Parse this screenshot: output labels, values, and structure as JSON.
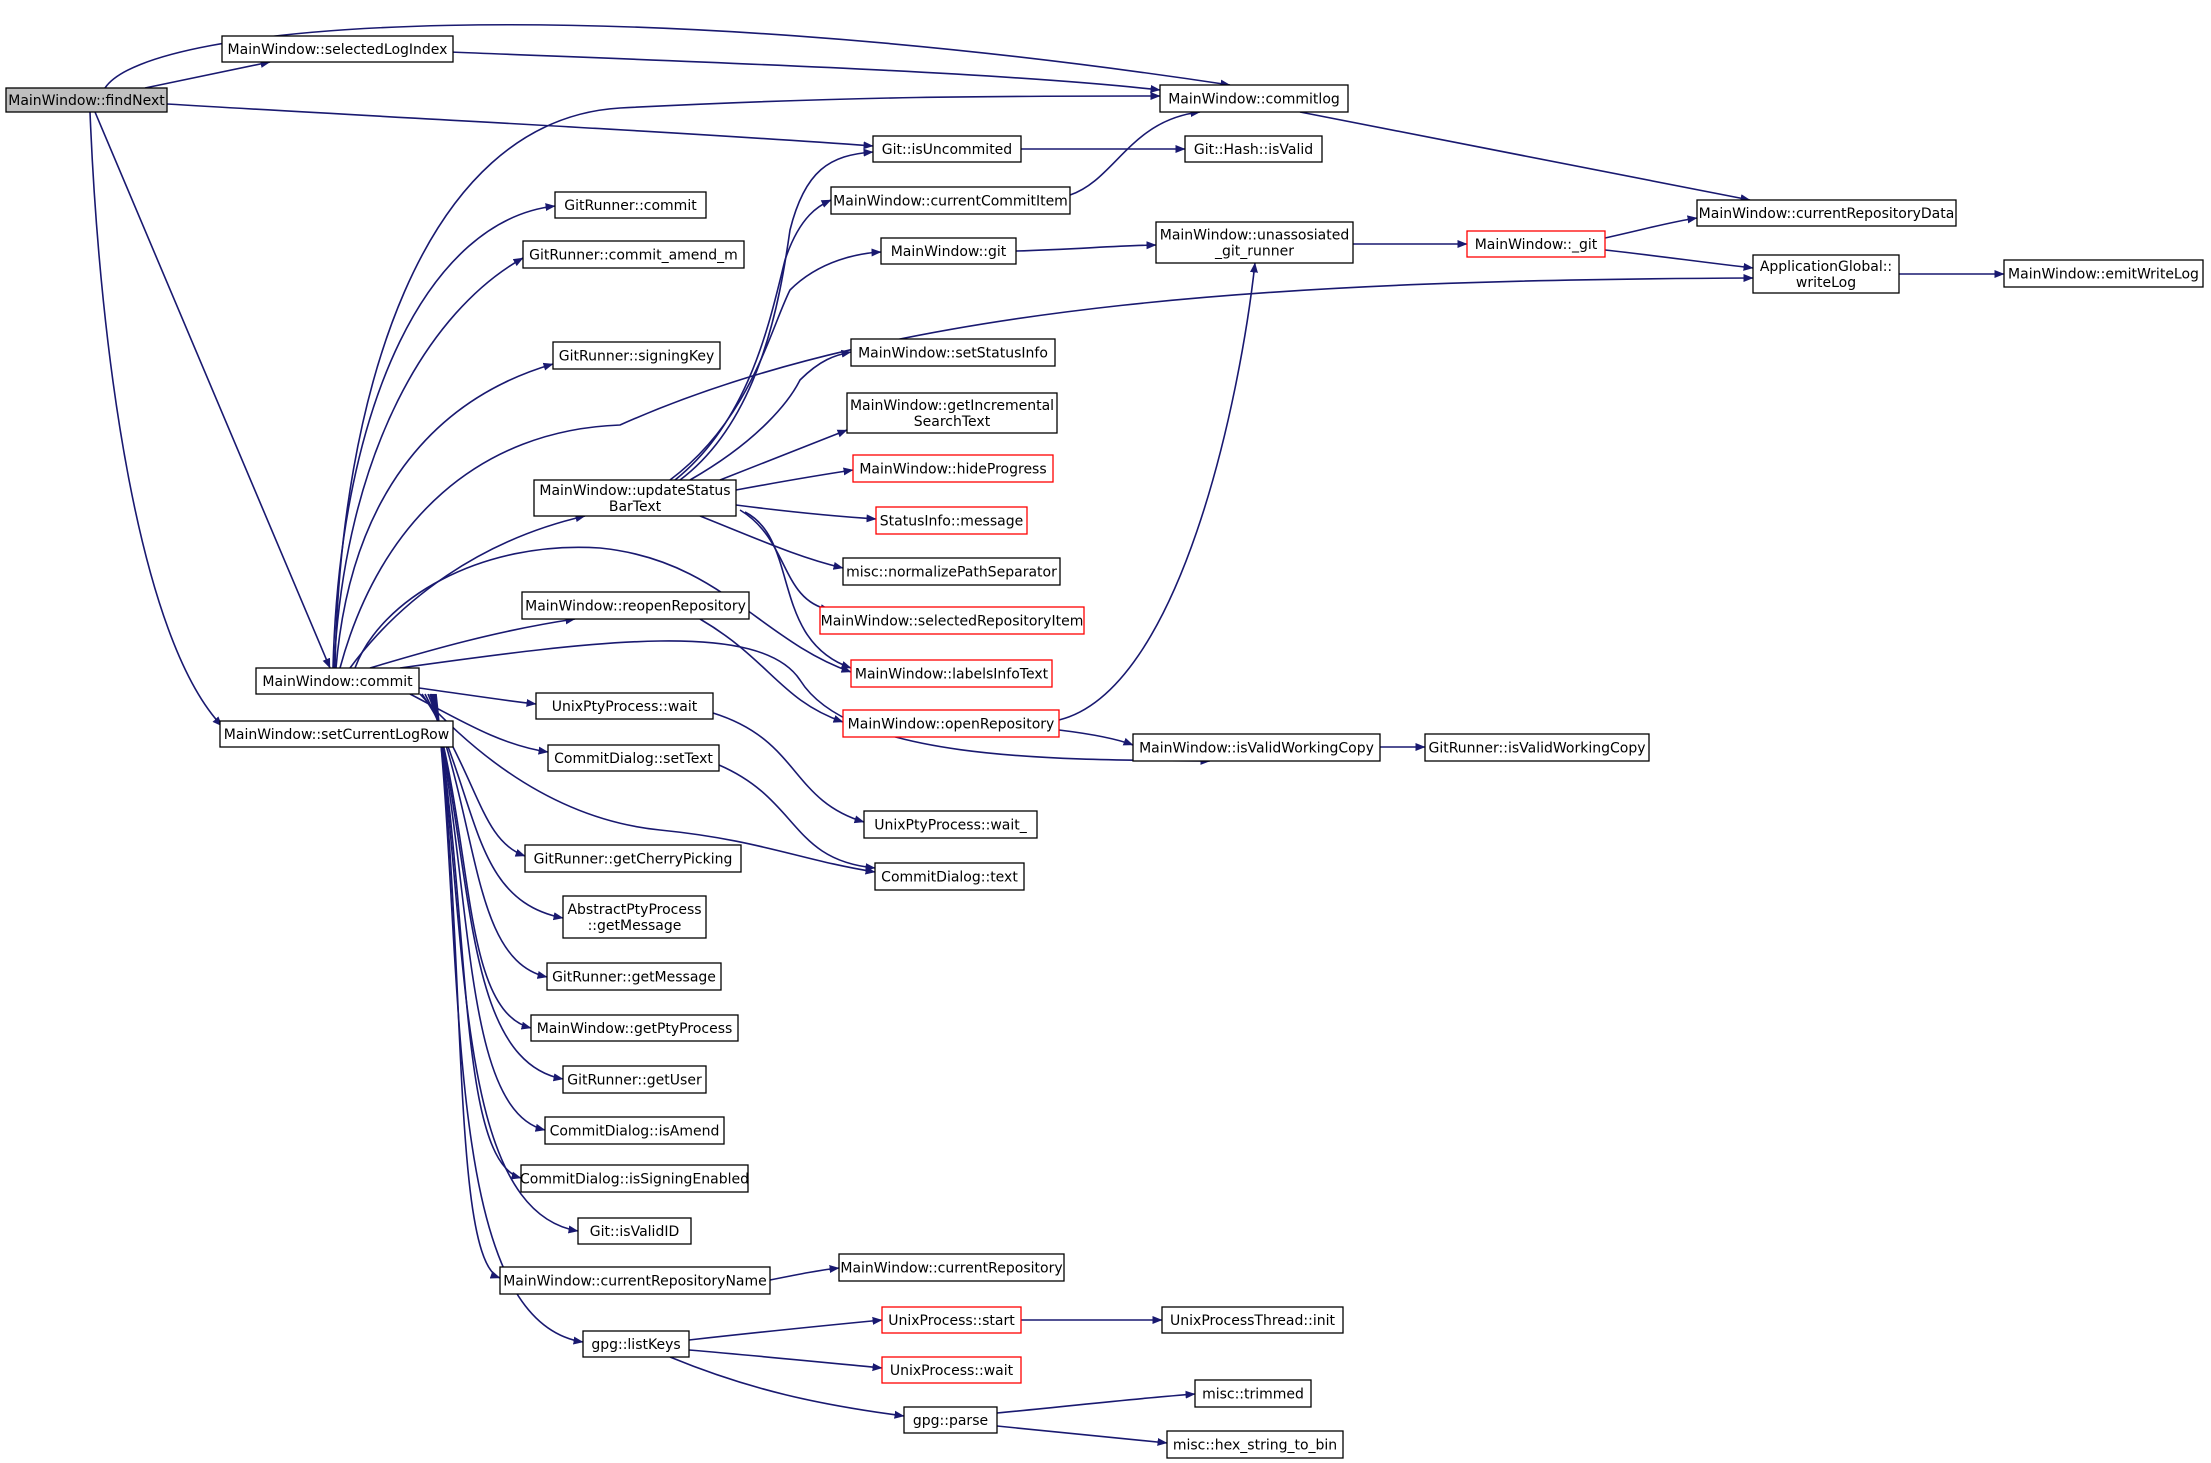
{
  "colors": {
    "edge": "#191970",
    "normal_border": "#000000",
    "incomplete_border": "#ff0000",
    "current_fill": "#bfbfbf"
  },
  "nodes": {
    "findNext": {
      "lines": [
        "MainWindow::findNext"
      ],
      "style": "current"
    },
    "selectedLogIndex": {
      "lines": [
        "MainWindow::selectedLogIndex"
      ]
    },
    "commitlog": {
      "lines": [
        "MainWindow::commitlog"
      ]
    },
    "isUncommited": {
      "lines": [
        "Git::isUncommited"
      ]
    },
    "hashIsValid": {
      "lines": [
        "Git::Hash::isValid"
      ]
    },
    "currentCommitItem": {
      "lines": [
        "MainWindow::currentCommitItem"
      ]
    },
    "currentRepositoryData": {
      "lines": [
        "MainWindow::currentRepositoryData"
      ]
    },
    "grCommit": {
      "lines": [
        "GitRunner::commit"
      ]
    },
    "grCommitAmend": {
      "lines": [
        "GitRunner::commit_amend_m"
      ]
    },
    "mwGit": {
      "lines": [
        "MainWindow::git"
      ]
    },
    "unassosiated": {
      "lines": [
        "MainWindow::unassosiated",
        "_git_runner"
      ]
    },
    "mwUGit": {
      "lines": [
        "MainWindow::_git"
      ],
      "style": "red"
    },
    "writeLog": {
      "lines": [
        "ApplicationGlobal::",
        "writeLog"
      ]
    },
    "emitWriteLog": {
      "lines": [
        "MainWindow::emitWriteLog"
      ]
    },
    "signingKey": {
      "lines": [
        "GitRunner::signingKey"
      ]
    },
    "setStatusInfo": {
      "lines": [
        "MainWindow::setStatusInfo"
      ]
    },
    "getIncremental": {
      "lines": [
        "MainWindow::getIncremental",
        "SearchText"
      ]
    },
    "hideProgress": {
      "lines": [
        "MainWindow::hideProgress"
      ],
      "style": "red"
    },
    "updateStatusBarText": {
      "lines": [
        "MainWindow::updateStatus",
        "BarText"
      ]
    },
    "statusMessage": {
      "lines": [
        "StatusInfo::message"
      ],
      "style": "red"
    },
    "normalizePath": {
      "lines": [
        "misc::normalizePathSeparator"
      ]
    },
    "reopenRepository": {
      "lines": [
        "MainWindow::reopenRepository"
      ]
    },
    "selectedRepoItem": {
      "lines": [
        "MainWindow::selectedRepositoryItem"
      ],
      "style": "red"
    },
    "labelsInfoText": {
      "lines": [
        "MainWindow::labelsInfoText"
      ],
      "style": "red"
    },
    "mwCommit": {
      "lines": [
        "MainWindow::commit"
      ]
    },
    "ptyWait": {
      "lines": [
        "UnixPtyProcess::wait"
      ]
    },
    "openRepository": {
      "lines": [
        "MainWindow::openRepository"
      ],
      "style": "red"
    },
    "mwIsValidWC": {
      "lines": [
        "MainWindow::isValidWorkingCopy"
      ]
    },
    "grIsValidWC": {
      "lines": [
        "GitRunner::isValidWorkingCopy"
      ]
    },
    "setCurrentLogRow": {
      "lines": [
        "MainWindow::setCurrentLogRow"
      ]
    },
    "cdSetText": {
      "lines": [
        "CommitDialog::setText"
      ]
    },
    "ptyWaitU": {
      "lines": [
        "UnixPtyProcess::wait_"
      ]
    },
    "getCherryPicking": {
      "lines": [
        "GitRunner::getCherryPicking"
      ]
    },
    "cdText": {
      "lines": [
        "CommitDialog::text"
      ]
    },
    "absGetMessage": {
      "lines": [
        "AbstractPtyProcess",
        "::getMessage"
      ]
    },
    "grGetMessage": {
      "lines": [
        "GitRunner::getMessage"
      ]
    },
    "getPtyProcess": {
      "lines": [
        "MainWindow::getPtyProcess"
      ]
    },
    "grGetUser": {
      "lines": [
        "GitRunner::getUser"
      ]
    },
    "isAmend": {
      "lines": [
        "CommitDialog::isAmend"
      ]
    },
    "isSigningEnabled": {
      "lines": [
        "CommitDialog::isSigningEnabled"
      ]
    },
    "isValidID": {
      "lines": [
        "Git::isValidID"
      ]
    },
    "currentRepositoryName": {
      "lines": [
        "MainWindow::currentRepositoryName"
      ]
    },
    "currentRepository": {
      "lines": [
        "MainWindow::currentRepository"
      ]
    },
    "upStart": {
      "lines": [
        "UnixProcess::start"
      ],
      "style": "red"
    },
    "uptInit": {
      "lines": [
        "UnixProcessThread::init"
      ]
    },
    "listKeys": {
      "lines": [
        "gpg::listKeys"
      ]
    },
    "upWait": {
      "lines": [
        "UnixProcess::wait"
      ],
      "style": "red"
    },
    "gpgParse": {
      "lines": [
        "gpg::parse"
      ]
    },
    "trimmed": {
      "lines": [
        "misc::trimmed"
      ]
    },
    "hexToBin": {
      "lines": [
        "misc::hex_string_to_bin"
      ]
    }
  }
}
